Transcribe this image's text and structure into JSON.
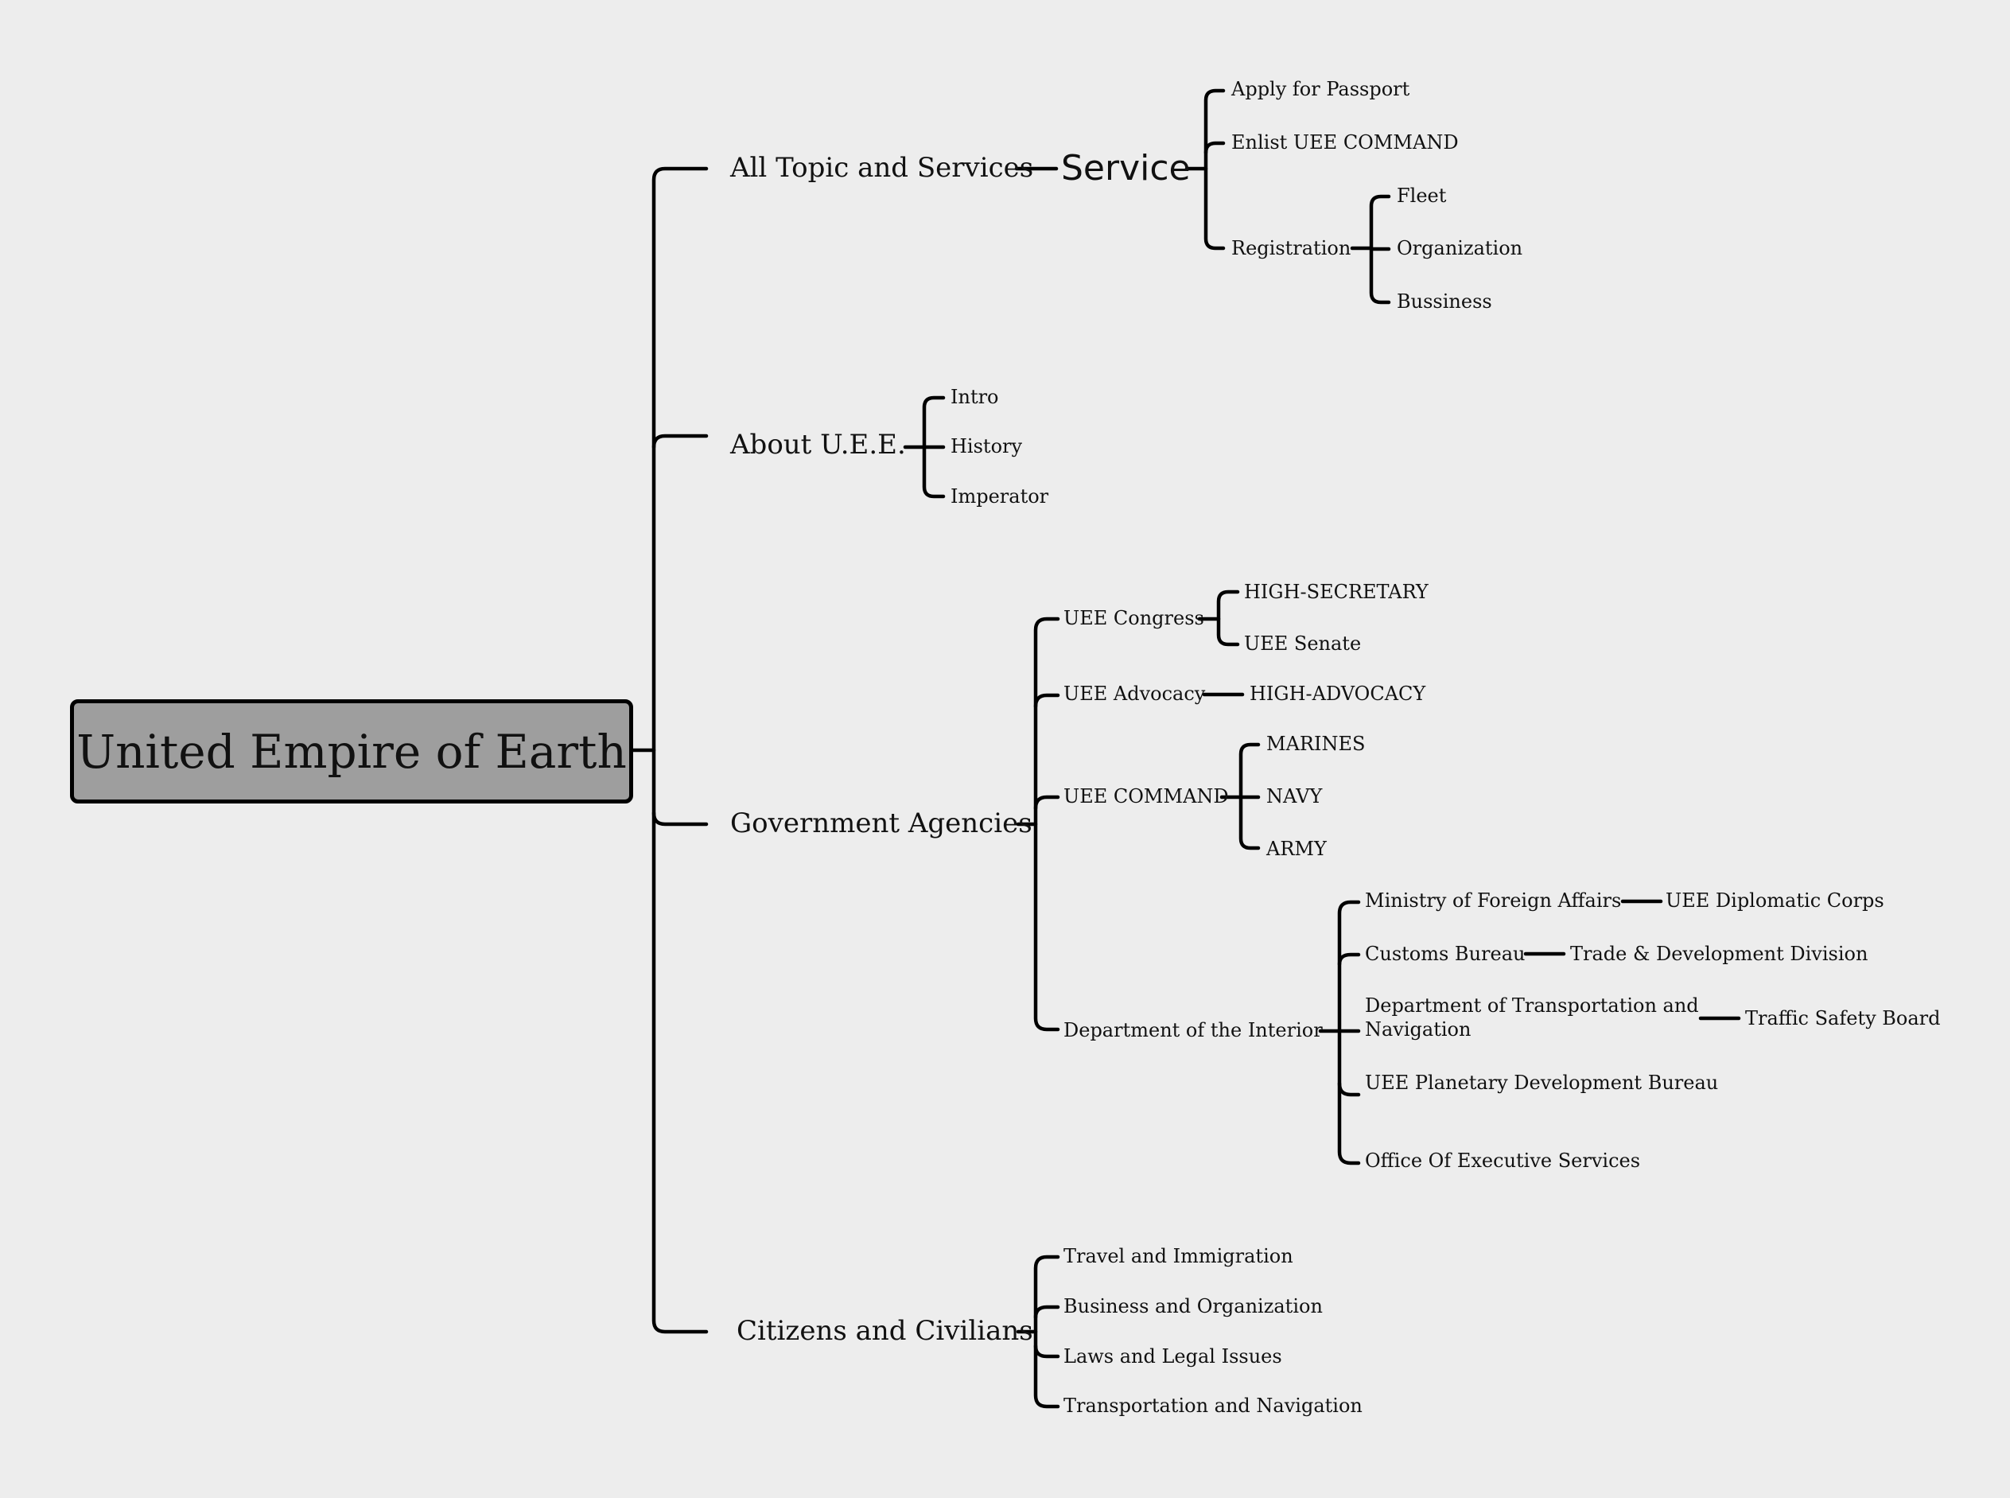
{
  "root": "United Empire of Earth",
  "topics": {
    "all_topics": {
      "label": "All Topic and Services",
      "service": {
        "label": "Service",
        "items": [
          "Apply for Passport",
          "Enlist UEE COMMAND"
        ],
        "registration": {
          "label": "Registration",
          "items": [
            "Fleet",
            "Organization",
            "Bussiness"
          ]
        }
      }
    },
    "about": {
      "label": "About U.E.E.",
      "items": [
        "Intro",
        "History",
        "Imperator"
      ]
    },
    "government": {
      "label": "Government Agencies",
      "congress": {
        "label": "UEE Congress",
        "items": [
          "HIGH-SECRETARY",
          "UEE Senate"
        ]
      },
      "advocacy": {
        "label": "UEE Advocacy",
        "items": [
          "HIGH-ADVOCACY"
        ]
      },
      "command": {
        "label": "UEE COMMAND",
        "items": [
          "MARINES",
          "NAVY",
          "ARMY"
        ]
      },
      "interior": {
        "label": "Department of the Interior",
        "items": [
          {
            "label": "Ministry of Foreign Affairs",
            "child": "UEE Diplomatic Corps"
          },
          {
            "label": "Customs Bureau",
            "child": "Trade & Development Division"
          },
          {
            "label": "Department of Transportation and Navigation",
            "child": "Traffic Safety Board"
          },
          {
            "label": "UEE Planetary Development Bureau"
          },
          {
            "label": "Office Of Executive Services"
          }
        ]
      }
    },
    "citizens": {
      "label": "Citizens and Civilians",
      "items": [
        "Travel and Immigration",
        "Business and Organization",
        "Laws and Legal Issues",
        "Transportation and Navigation"
      ]
    }
  }
}
